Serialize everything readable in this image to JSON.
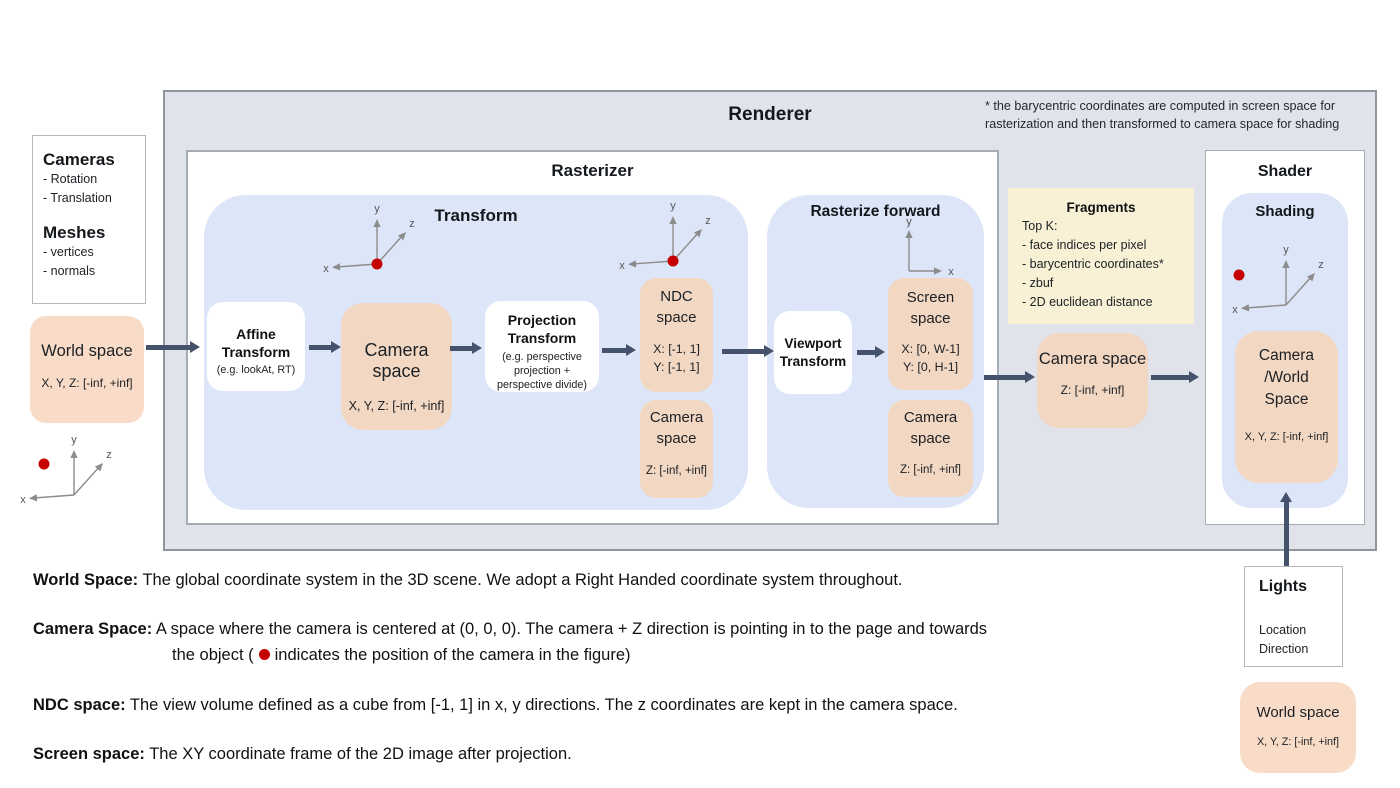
{
  "renderer": {
    "title": "Renderer",
    "note_line1": "* the barycentric coordinates are computed in screen space for",
    "note_line2": "rasterization and then transformed to camera space for shading"
  },
  "inputs": {
    "cameras_title": "Cameras",
    "cameras_items": [
      "- Rotation",
      "- Translation"
    ],
    "meshes_title": "Meshes",
    "meshes_items": [
      "- vertices",
      "- normals"
    ]
  },
  "world_space_left": {
    "title": "World space",
    "range": "X, Y, Z: [-inf, +inf]"
  },
  "rasterizer": {
    "title": "Rasterizer",
    "transform": {
      "title": "Transform",
      "affine_line1": "Affine",
      "affine_line2": "Transform",
      "affine_note": "(e.g. lookAt, RT)",
      "camera_space_title": "Camera space",
      "camera_space_range": "X, Y, Z: [-inf, +inf]",
      "projection_line1": "Projection",
      "projection_line2": "Transform",
      "projection_note": "(e.g. perspective projection + perspective divide)",
      "ndc_title": "NDC space",
      "ndc_x": "X: [-1, 1]",
      "ndc_y": "Y: [-1, 1]",
      "ndc_camera_title": "Camera space",
      "ndc_camera_z": "Z: [-inf, +inf]"
    },
    "rasterize_forward": {
      "title": "Rasterize forward",
      "viewport_line1": "Viewport",
      "viewport_line2": "Transform",
      "screen_title": "Screen space",
      "screen_x": "X: [0, W-1]",
      "screen_y": "Y: [0,  H-1]",
      "screen_camera_title": "Camera space",
      "screen_camera_z": "Z: [-inf, +inf]"
    }
  },
  "fragments": {
    "title": "Fragments",
    "topk": "Top K:",
    "items": [
      "- face indices per pixel",
      "- barycentric coordinates*",
      "- zbuf",
      "- 2D euclidean distance"
    ]
  },
  "camera_space_mid": {
    "title": "Camera space",
    "z": "Z: [-inf, +inf]"
  },
  "shader": {
    "title": "Shader",
    "shading_title": "Shading",
    "space_line1": "Camera",
    "space_line2": "/World",
    "space_line3": "Space",
    "space_range": "X, Y, Z: [-inf, +inf]"
  },
  "lights": {
    "title": "Lights",
    "items": [
      "Location",
      "Direction"
    ]
  },
  "world_space_right": {
    "title": "World space",
    "range": "X, Y, Z: [-inf, +inf]"
  },
  "definitions": [
    {
      "label": "World Space:",
      "text": "The global coordinate system in the 3D scene. We adopt a Right Handed coordinate system throughout."
    },
    {
      "label": "Camera Space:",
      "text": "A space where the camera is centered at (0, 0, 0). The camera + Z direction is pointing in to the page and towards",
      "line2_pre": "the object (",
      "line2_post": "indicates the position of the camera in the figure)"
    },
    {
      "label": "NDC space:",
      "text": "The view volume defined as a cube from [-1, 1] in x, y directions. The z coordinates are kept in the camera space."
    },
    {
      "label": "Screen space:",
      "text": "The XY coordinate frame of the 2D image after projection."
    }
  ],
  "axis_labels": {
    "x": "x",
    "y": "y",
    "z": "z"
  },
  "colors": {
    "arrow": "#44526b",
    "red_dot": "#c40000",
    "panel_blue": "#dde6f8",
    "panel_pink": "#f2d7c3",
    "panel_pink_light": "#f8dcc8",
    "fragments_yellow": "#f8f1d6",
    "renderer_bg": "#e0e3e9"
  }
}
